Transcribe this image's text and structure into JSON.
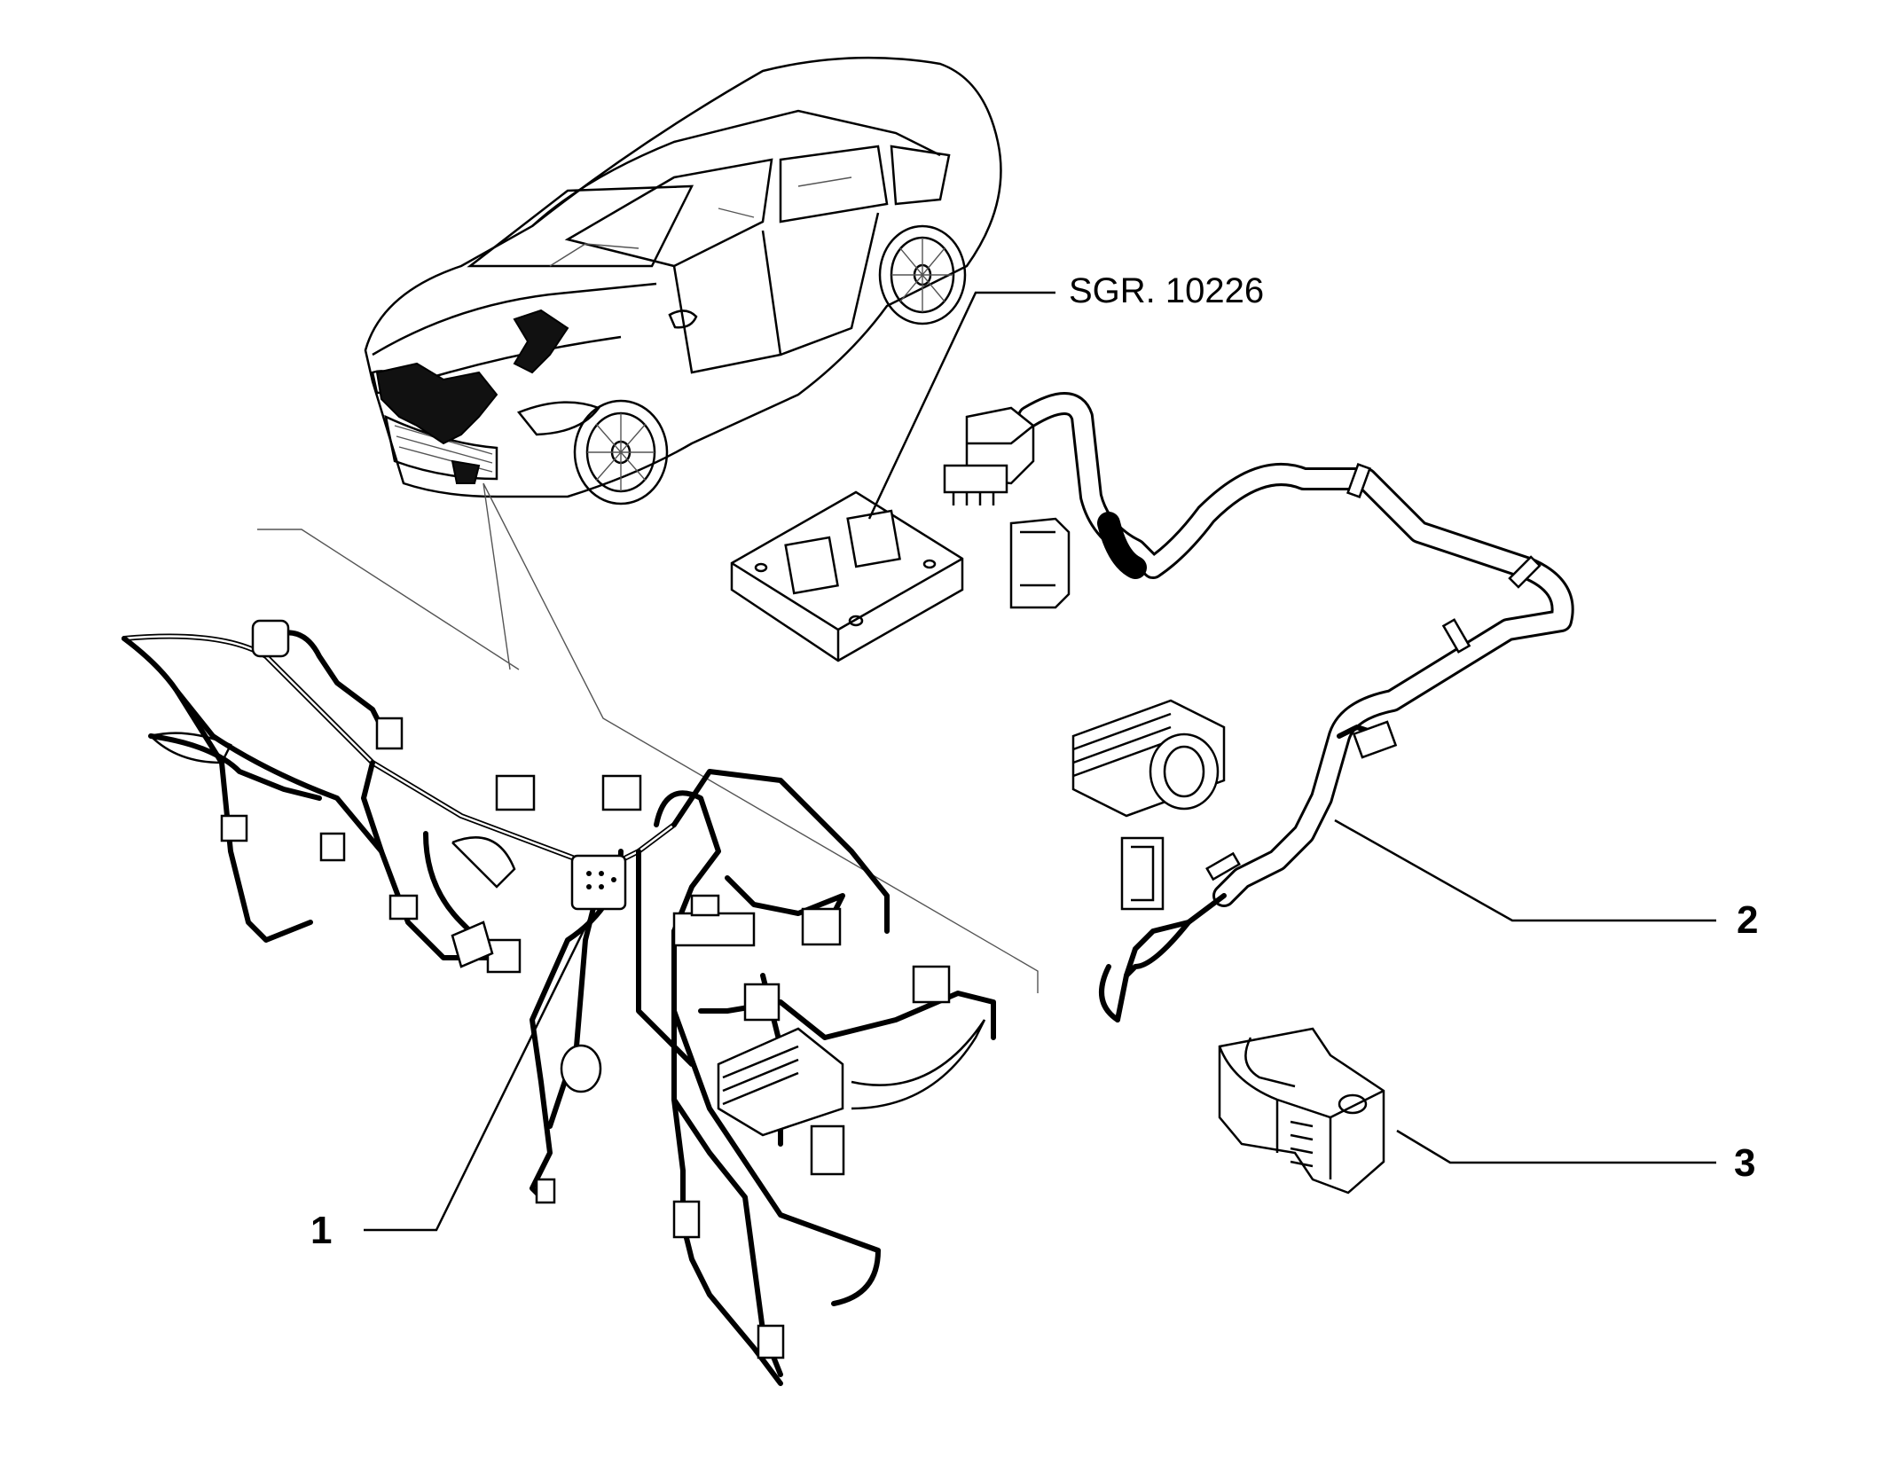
{
  "callouts": {
    "item1": "1",
    "item2": "2",
    "item3": "3",
    "reference": "SGR. 10226"
  },
  "colors": {
    "line": "#000000",
    "background": "#ffffff"
  }
}
